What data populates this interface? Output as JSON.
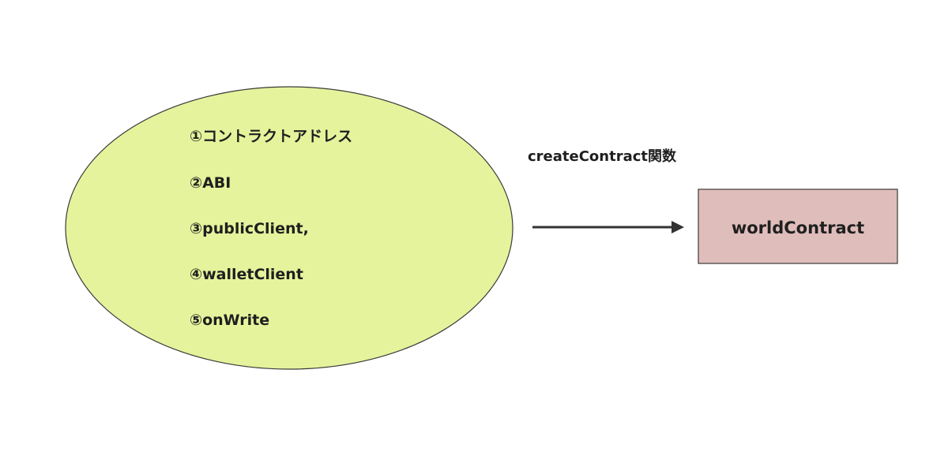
{
  "ellipse": {
    "items": [
      "①コントラクトアドレス",
      "②ABI",
      "③publicClient,",
      "④walletClient",
      "⑤onWrite"
    ]
  },
  "arrow": {
    "label": "createContract関数"
  },
  "target_box": {
    "label": "worldContract"
  },
  "colors": {
    "ellipse_fill": "#e5f39c",
    "box_fill": "#dfbdba",
    "stroke": "#3a3a3a",
    "text": "#1f1f1f"
  }
}
